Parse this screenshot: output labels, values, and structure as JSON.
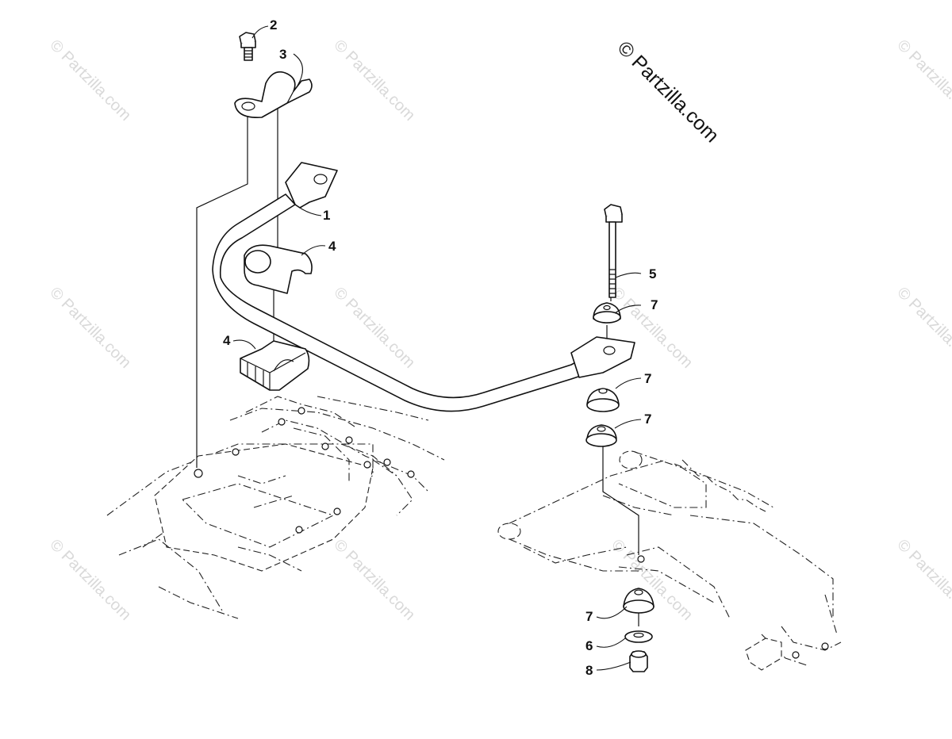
{
  "watermark": {
    "text": "© Partzilla.com"
  },
  "copyright": {
    "text": "© Partzilla.com"
  },
  "callouts": [
    {
      "id": "callout-1",
      "label": "1"
    },
    {
      "id": "callout-2",
      "label": "2"
    },
    {
      "id": "callout-3",
      "label": "3"
    },
    {
      "id": "callout-4a",
      "label": "4"
    },
    {
      "id": "callout-4b",
      "label": "4"
    },
    {
      "id": "callout-5",
      "label": "5"
    },
    {
      "id": "callout-7a",
      "label": "7"
    },
    {
      "id": "callout-7b",
      "label": "7"
    },
    {
      "id": "callout-7c",
      "label": "7"
    },
    {
      "id": "callout-7d",
      "label": "7"
    },
    {
      "id": "callout-6",
      "label": "6"
    },
    {
      "id": "callout-8",
      "label": "8"
    }
  ]
}
